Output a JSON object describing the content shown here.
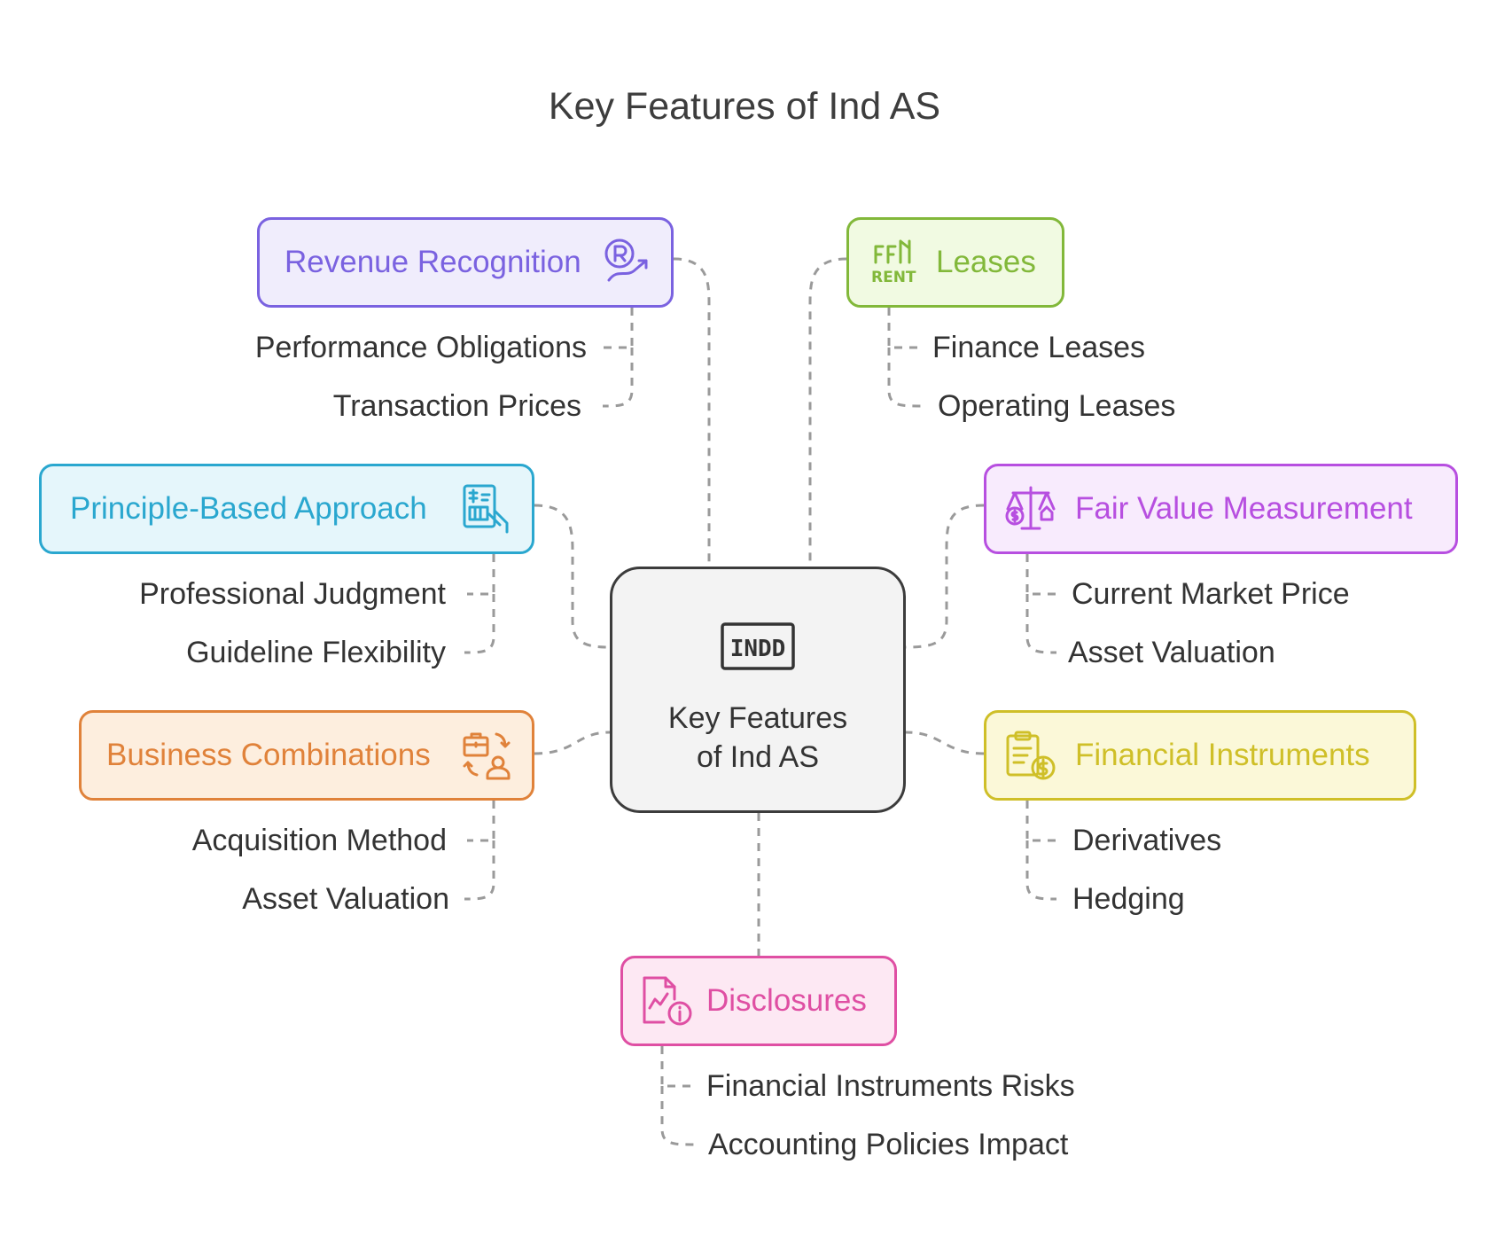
{
  "title": "Key Features of Ind AS",
  "center": {
    "line1": "Key Features",
    "line2": "of Ind AS",
    "badge": "INDD"
  },
  "branches": {
    "revenue": {
      "label": "Revenue Recognition",
      "icon": "revenue-arrow-icon",
      "color": "#7a62e0",
      "items": [
        "Performance Obligations",
        "Transaction Prices"
      ]
    },
    "leases": {
      "label": "Leases",
      "icon": "rent-icon",
      "color": "#82b83a",
      "items": [
        "Finance Leases",
        "Operating Leases"
      ]
    },
    "principle": {
      "label": "Principle-Based Approach",
      "icon": "document-hand-icon",
      "color": "#2aa7cf",
      "items": [
        "Professional Judgment",
        "Guideline Flexibility"
      ]
    },
    "fairvalue": {
      "label": "Fair Value Measurement",
      "icon": "balance-scale-icon",
      "color": "#b74fe0",
      "items": [
        "Current Market Price",
        "Asset Valuation"
      ]
    },
    "business": {
      "label": "Business Combinations",
      "icon": "briefcase-swap-icon",
      "color": "#e0823a",
      "items": [
        "Acquisition Method",
        "Asset Valuation"
      ]
    },
    "financial": {
      "label": "Financial Instruments",
      "icon": "clipboard-dollar-icon",
      "color": "#cfbf28",
      "items": [
        "Derivatives",
        "Hedging"
      ]
    },
    "disclosures": {
      "label": "Disclosures",
      "icon": "chart-info-icon",
      "color": "#df4fa3",
      "items": [
        "Financial Instruments Risks",
        "Accounting Policies Impact"
      ]
    }
  }
}
